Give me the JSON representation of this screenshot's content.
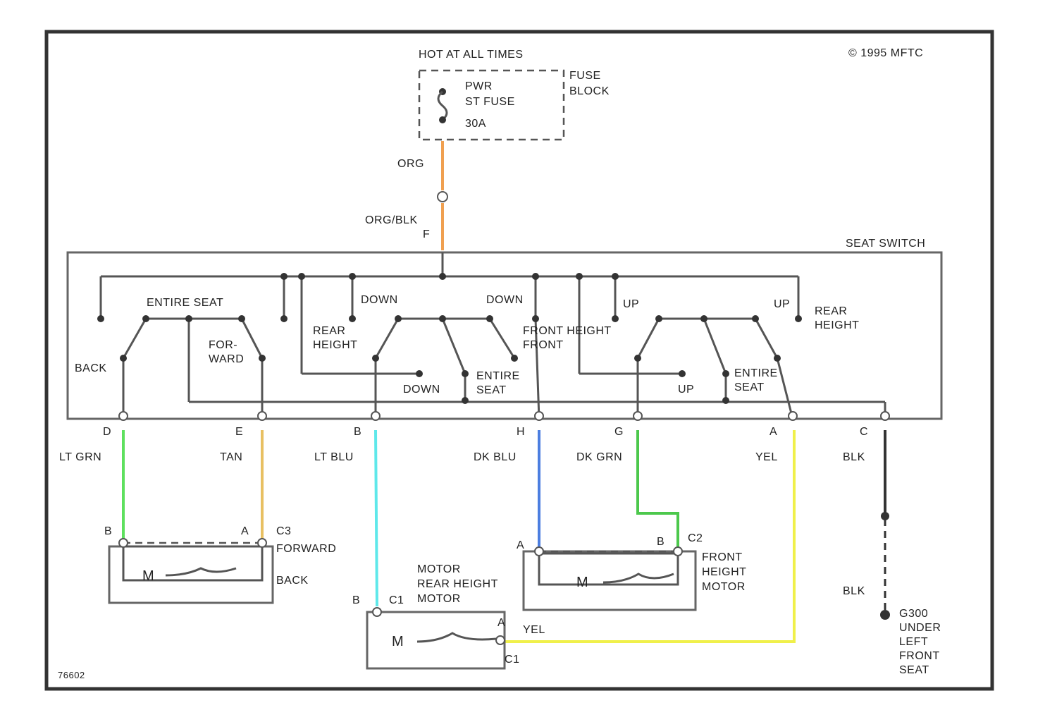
{
  "header": {
    "hot_label": "HOT AT ALL TIMES",
    "copyright": "© 1995 MFTC",
    "fuse_block": [
      "FUSE",
      "BLOCK"
    ],
    "fuse_name": [
      "PWR",
      "ST FUSE"
    ],
    "fuse_rating": "30A"
  },
  "supply": {
    "wire1": "ORG",
    "wire2": "ORG/BLK",
    "pin": "F"
  },
  "switch": {
    "title": "SEAT SWITCH",
    "labels": {
      "entire_seat_top": "ENTIRE SEAT",
      "back": "BACK",
      "forward": [
        "FOR-",
        "WARD"
      ],
      "down1": "DOWN",
      "rear_height_left": [
        "REAR",
        "HEIGHT"
      ],
      "down2": "DOWN",
      "down3": "DOWN",
      "entire_seat_mid": [
        "ENTIRE",
        "SEAT"
      ],
      "front_height": [
        "FRONT HEIGHT",
        "FRONT"
      ],
      "up1": "UP",
      "up2": "UP",
      "up3": "UP",
      "rear_height_right": [
        "REAR",
        "HEIGHT"
      ],
      "entire_seat_right": [
        "ENTIRE",
        "SEAT"
      ]
    }
  },
  "wires": [
    {
      "pin": "D",
      "color_name": "LT GRN",
      "hex": "#5ee05e"
    },
    {
      "pin": "E",
      "color_name": "TAN",
      "hex": "#e8c062"
    },
    {
      "pin": "B",
      "color_name": "LT BLU",
      "hex": "#5ee8ea"
    },
    {
      "pin": "H",
      "color_name": "DK BLU",
      "hex": "#4c7ee0"
    },
    {
      "pin": "G",
      "color_name": "DK GRN",
      "hex": "#4cc84c"
    },
    {
      "pin": "A",
      "color_name": "YEL",
      "hex": "#f0f04a"
    },
    {
      "pin": "C",
      "color_name": "BLK",
      "hex": "#333333"
    }
  ],
  "motors": {
    "forward": {
      "pin_b": "B",
      "pin_a": "A",
      "connector": "C3",
      "label1": "FORWARD",
      "label2": "BACK",
      "symbol": "M"
    },
    "rear": {
      "pin_b": "B",
      "connector_top": "C1",
      "name": [
        "MOTOR",
        "REAR HEIGHT",
        "MOTOR"
      ],
      "pin_a": "A",
      "connector_bottom": "C1",
      "wire_label": "YEL",
      "symbol": "M"
    },
    "front": {
      "pin_a": "A",
      "pin_b": "B",
      "connector": "C2",
      "name": [
        "FRONT",
        "HEIGHT",
        "MOTOR"
      ],
      "symbol": "M"
    }
  },
  "ground": {
    "wire_label": "BLK",
    "name": [
      "G300",
      "UNDER",
      "LEFT",
      "FRONT",
      "SEAT"
    ]
  },
  "diagram_id": "76602"
}
